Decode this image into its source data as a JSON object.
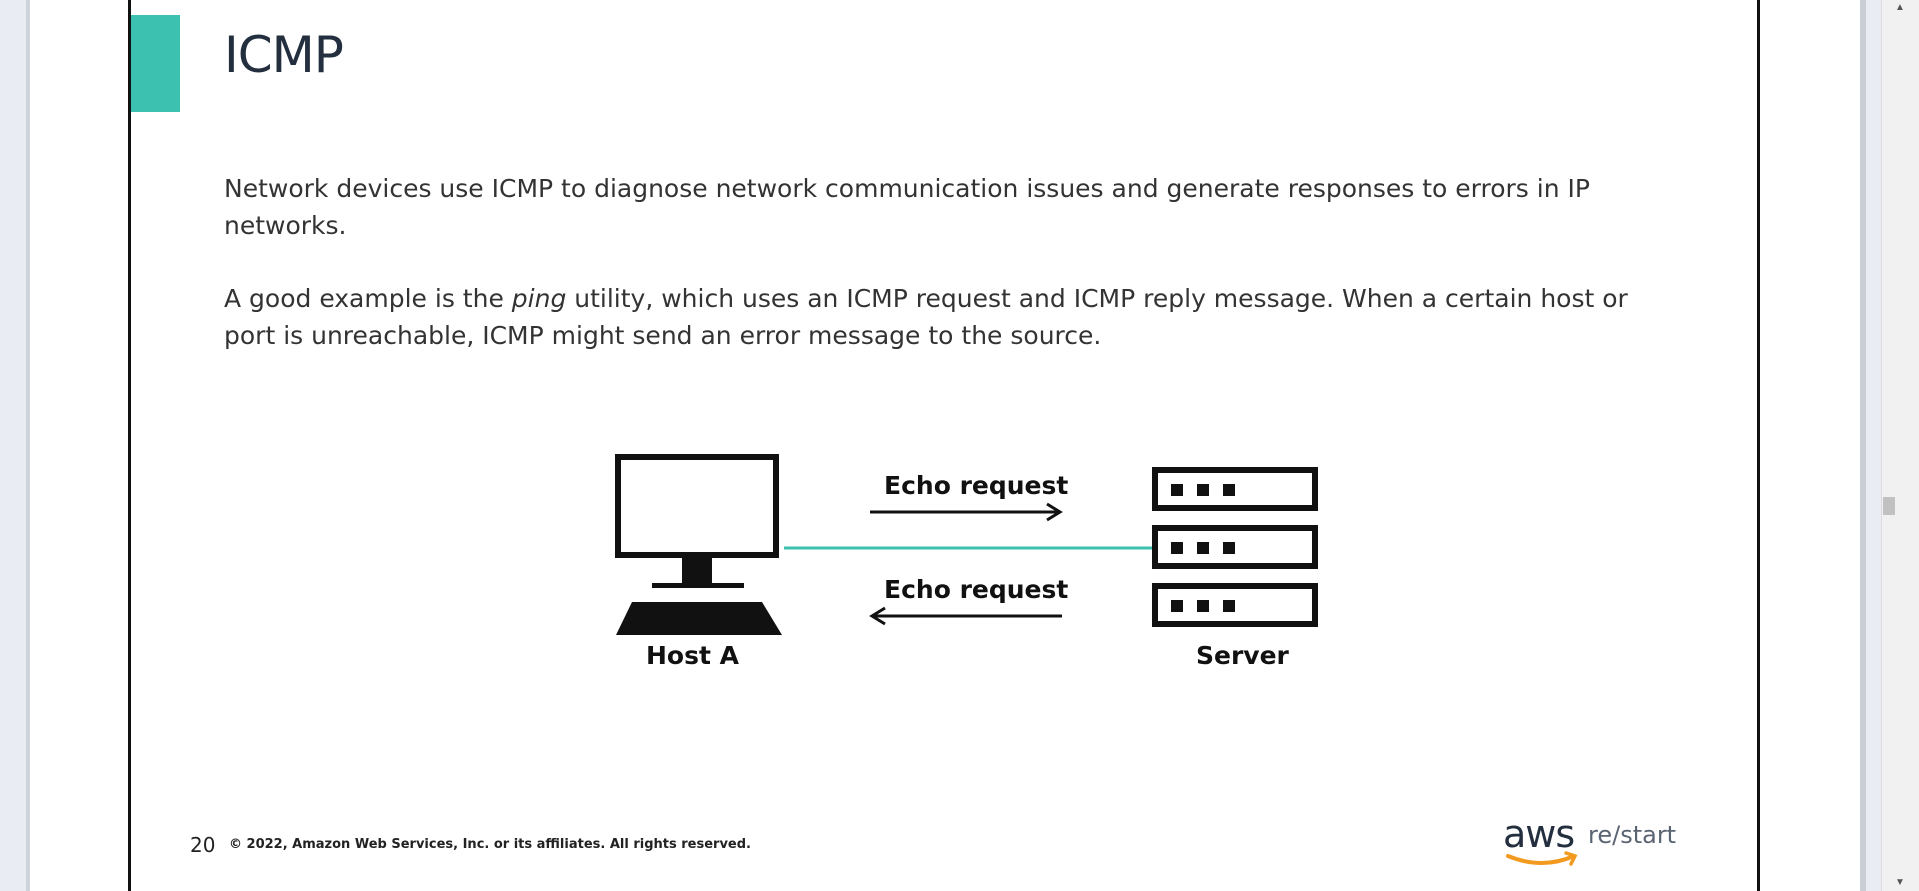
{
  "slide": {
    "title": "ICMP",
    "paragraph1": "Network devices use ICMP to diagnose network communication issues and generate responses to errors in IP networks.",
    "paragraph2": {
      "before": "A good example is the ",
      "emphasis": "ping",
      "after": " utility, which uses an ICMP request and ICMP reply message. When a certain host or port is unreachable, ICMP might send an error message to the source."
    },
    "diagram": {
      "host_label": "Host A",
      "server_label": "Server",
      "arrow_top_label": "Echo request",
      "arrow_bottom_label": "Echo request"
    },
    "footer": {
      "page_number": "20",
      "copyright": "© 2022, Amazon Web Services, Inc. or its affiliates. All rights reserved."
    },
    "logo": {
      "brand": "aws",
      "product": "re/start"
    }
  },
  "colors": {
    "accent": "#3cc1b1",
    "title": "#232f3e",
    "body_text": "#333333",
    "logo_smile": "#f29a1f"
  },
  "icons": {
    "computer": "computer-icon",
    "server": "server-icon",
    "arrow_right": "arrow-right-icon",
    "arrow_left": "arrow-left-icon",
    "aws_smile": "aws-smile-icon"
  }
}
